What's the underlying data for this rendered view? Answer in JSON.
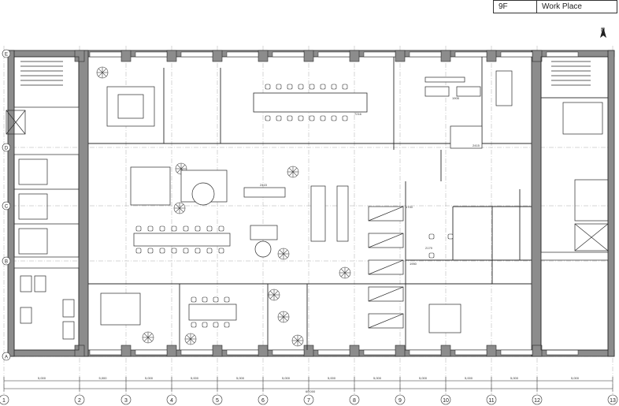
{
  "title_block": {
    "floor": "9F",
    "name": "Work Place"
  },
  "north_label": "N",
  "row_grid": [
    "E",
    "D",
    "C",
    "B",
    "A"
  ],
  "col_grid": [
    "1",
    "2",
    "3",
    "4",
    "5",
    "6",
    "7",
    "8",
    "9",
    "10",
    "11",
    "12",
    "13"
  ],
  "span_dims": [
    "5,000",
    "5,000",
    "5,000",
    "5,000",
    "5,000",
    "5,000",
    "5,000",
    "5,000",
    "5,000",
    "5,000",
    "5,000",
    "5,000"
  ],
  "overall_dim": "60,000",
  "room_notes": [
    "7216",
    "2415",
    "2415",
    "1905",
    "2179",
    "1950",
    "1700"
  ],
  "colors": {
    "line": "#2b2b2b",
    "wall": "#8c8c8c",
    "light": "#9a9a9a",
    "plant": "#444"
  }
}
